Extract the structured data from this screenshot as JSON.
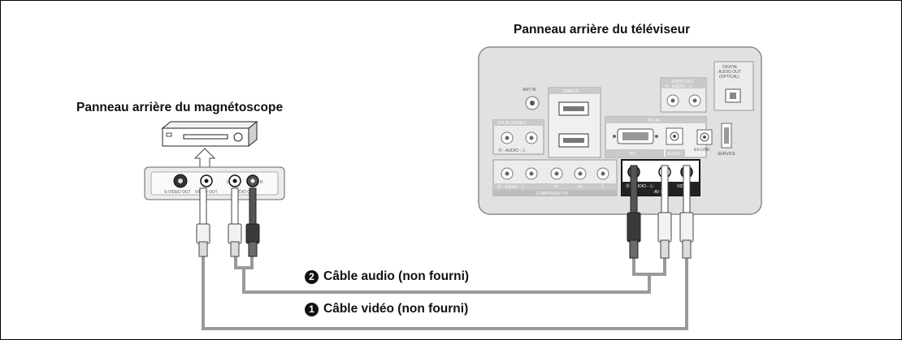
{
  "titles": {
    "tv_panel": "Panneau arrière du téléviseur",
    "vcr_panel": "Panneau arrière du magnétoscope"
  },
  "cables": {
    "audio": {
      "number": "2",
      "label": "Câble audio (non fourni)"
    },
    "video": {
      "number": "1",
      "label": "Câble vidéo (non fourni)"
    }
  },
  "tv_labels": {
    "ant_in": "ANT IN",
    "hdmi_in": "HDMI IN",
    "dvi_in": "DVI IN (HDMI1)",
    "audio_l": "Ⓡ - AUDIO - Ⓛ",
    "audio_out": "AUDIO OUT",
    "digital_audio_out": [
      "DIGITAL",
      "AUDIO OUT",
      "(OPTICAL)"
    ],
    "pc_in": "PC IN",
    "pc": "PC",
    "audio": "AUDIO",
    "ex_link": "EX-LINK",
    "service": "SERVICE",
    "component_in": "COMPONENT IN",
    "comp_audio": "Ⓡ - AUDIO - Ⓛ",
    "pr": "Pr",
    "pb": "Pb",
    "y": "Y",
    "av_audio": "Ⓡ - AUDIO - Ⓛ",
    "av_video": "VIDEO",
    "av_in": "AV IN"
  },
  "vcr_labels": {
    "s_video_out": "S-VIDEO OUT",
    "video_out": "VIDEO OUT",
    "audio_out": "AUDIO OUT",
    "l": "L",
    "r": "R"
  },
  "colors": {
    "cable": "#9a9a9a",
    "panel": "#e1e1e1",
    "panel_border": "#8c8c8c",
    "plug_dark": "#3a3a3a",
    "plug_light": "#f2f2f2"
  }
}
